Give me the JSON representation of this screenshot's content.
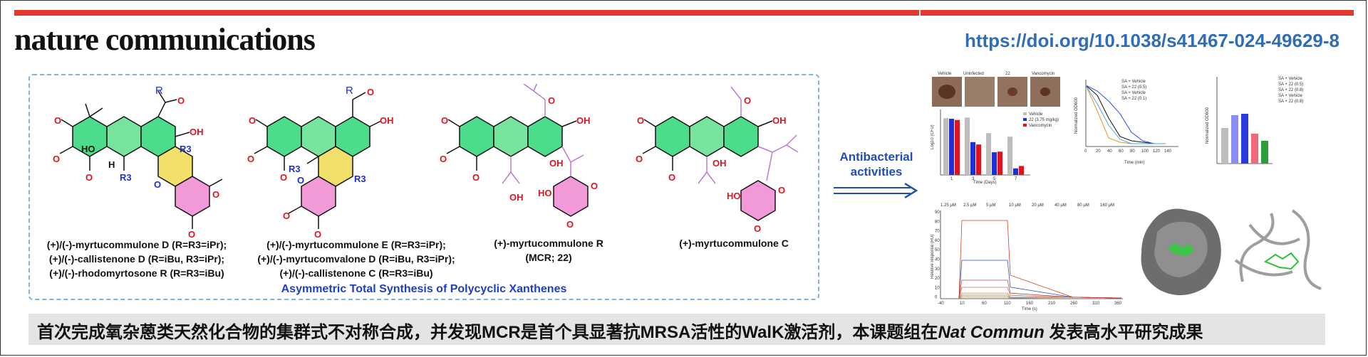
{
  "header": {
    "journal": "nature communications",
    "doi": "https://doi.org/10.1038/s41467-024-49629-8"
  },
  "colors": {
    "accent_red": "#e33a2f",
    "doi_blue": "#2f6db5",
    "ring_green": "#4ddc8c",
    "ring_yellow": "#f2e06a",
    "ring_pink": "#f29ad8",
    "atom_red": "#e0141e",
    "atom_blue": "#1f2fd6"
  },
  "molecules": [
    {
      "name": "mol-1",
      "caption_lines": [
        "(+)/(-)-myrtucommulone D (R=R3=iPr);",
        "(+)/(-)-callistenone D (R=iBu, R3=iPr);",
        "(+)/(-)-rhodomyrtosone R (R=R3=iBu)"
      ]
    },
    {
      "name": "mol-2",
      "caption_lines": [
        "(+)/(-)-myrtucommulone E (R=R3=iPr);",
        "(+)/(-)-myrtucomvalone D (R=iBu, R3=iPr);",
        "(+)/(-)-callistenone C (R=R3=iBu)"
      ]
    },
    {
      "name": "mol-3",
      "caption_lines": [
        "(+)-myrtucommulone R",
        "(MCR; 22)"
      ]
    },
    {
      "name": "mol-4",
      "caption_lines": [
        "(+)-myrtucommulone C"
      ]
    }
  ],
  "atom_labels": {
    "O": "O",
    "OH": "OH",
    "HO": "HO",
    "H": "H",
    "R": "R",
    "R3": "R3"
  },
  "synthesis_title": "Asymmetric Total Synthesis of Polycyclic Xanthenes",
  "activity_label": [
    "Antibacterial",
    "activities"
  ],
  "photos": {
    "labels": [
      "Vehicle",
      "Uninfected",
      "22",
      "Vancomycin"
    ]
  },
  "bar_chart": {
    "legend": [
      "Vehicle",
      "22 (3.75 mg/kg)",
      "Vancomycin"
    ],
    "xlabel": "Time (Days)",
    "categories": [
      "1",
      "3",
      "5",
      "7"
    ],
    "ylabel": "Log10 (CFU)",
    "series": [
      {
        "name": "Vehicle",
        "values": [
          9.5,
          9.6,
          7.0,
          6.4
        ]
      },
      {
        "name": "22 (3.75 mg/kg)",
        "values": [
          9.4,
          5.5,
          3.8,
          1.1
        ]
      },
      {
        "name": "Vancomycin",
        "values": [
          9.2,
          5.1,
          3.9,
          1.5
        ]
      }
    ]
  },
  "line_chart": {
    "ylabel": "Normalized OD600",
    "xlabel": "Time (min)",
    "x": [
      0,
      20,
      40,
      60,
      80,
      100,
      120,
      140
    ],
    "legend": [
      "SA + Vehicle",
      "SA + 22 (0.5)",
      "SA + Vehicle",
      "SA + 22 (0.1)"
    ]
  },
  "dot_chart": {
    "ylabel": "Normalized OD600",
    "legend": [
      "SA + Vehicle",
      "SA + 22 (0.5)",
      "SA + 22 (0.8)",
      "SA + Vehicle",
      "SA + 22 (0.8)"
    ]
  },
  "spr_chart": {
    "legend": [
      "1.25 μM",
      "2.5 μM",
      "5 μM",
      "10 μM",
      "20 μM",
      "40 μM",
      "80 μM",
      "160 μM"
    ],
    "xlabel": "Time (s)",
    "ylabel": "Relative response (RU)",
    "x_ticks": [
      "-40",
      "10",
      "60",
      "110",
      "160",
      "210",
      "260",
      "310",
      "360"
    ],
    "y_ticks": [
      "90",
      "80",
      "70",
      "60",
      "50",
      "40",
      "30",
      "20",
      "10",
      "0"
    ]
  },
  "bottom_banner": {
    "text_before": "首次完成氧杂蒽类天然化合物的集群式不对称合成，并发现MCR是首个具显著抗MRSA活性的WalK激活剂，本课题组在",
    "journal_italic": "Nat Commun",
    "text_after": " 发表高水平研究成果"
  }
}
